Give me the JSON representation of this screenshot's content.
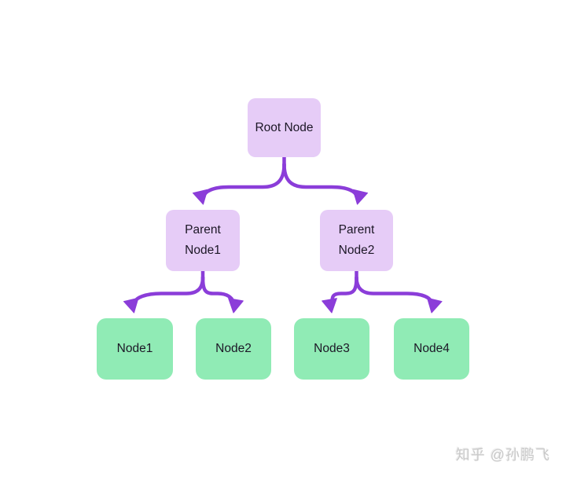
{
  "diagram": {
    "type": "tree",
    "arrow_color": "#8B3DD9",
    "node_colors": {
      "branch": "#E6CCF7",
      "leaf": "#90EBB5"
    },
    "text_color": "#1c1726",
    "nodes": [
      {
        "id": "root",
        "label": "Root Node",
        "level": "root",
        "color": "#E6CCF7"
      },
      {
        "id": "parent1",
        "label": "Parent Node1",
        "level": "parent",
        "color": "#E6CCF7"
      },
      {
        "id": "parent2",
        "label": "Parent Node2",
        "level": "parent",
        "color": "#E6CCF7"
      },
      {
        "id": "node1",
        "label": "Node1",
        "level": "leaf",
        "color": "#90EBB5"
      },
      {
        "id": "node2",
        "label": "Node2",
        "level": "leaf",
        "color": "#90EBB5"
      },
      {
        "id": "node3",
        "label": "Node3",
        "level": "leaf",
        "color": "#90EBB5"
      },
      {
        "id": "node4",
        "label": "Node4",
        "level": "leaf",
        "color": "#90EBB5"
      }
    ],
    "edges": [
      {
        "from": "Root Node",
        "to": "Parent Node1"
      },
      {
        "from": "Root Node",
        "to": "Parent Node2"
      },
      {
        "from": "Parent Node1",
        "to": "Node1"
      },
      {
        "from": "Parent Node1",
        "to": "Node2"
      },
      {
        "from": "Parent Node2",
        "to": "Node3"
      },
      {
        "from": "Parent Node2",
        "to": "Node4"
      }
    ]
  },
  "watermark": {
    "text": "知乎 @孙鹏飞"
  }
}
